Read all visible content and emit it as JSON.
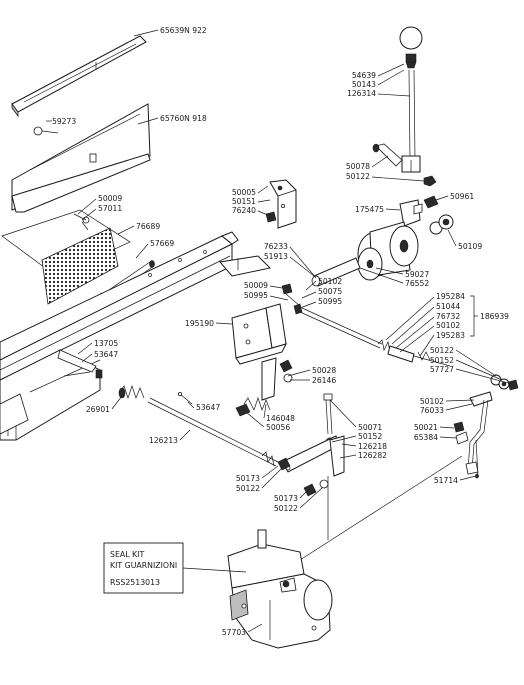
{
  "part_labels": [
    {
      "id": "p1",
      "text": "65639N 922"
    },
    {
      "id": "p2",
      "text": "65760N 918"
    },
    {
      "id": "p3",
      "text": "59273"
    },
    {
      "id": "p4",
      "text": "50009"
    },
    {
      "id": "p5",
      "text": "57011"
    },
    {
      "id": "p6",
      "text": "76689"
    },
    {
      "id": "p7",
      "text": "57669"
    },
    {
      "id": "p8",
      "text": "13705"
    },
    {
      "id": "p9",
      "text": "53647"
    },
    {
      "id": "p10",
      "text": "26901"
    },
    {
      "id": "p11",
      "text": "53647"
    },
    {
      "id": "p12",
      "text": "126213"
    },
    {
      "id": "p13",
      "text": "54639"
    },
    {
      "id": "p14",
      "text": "50143"
    },
    {
      "id": "p15",
      "text": "126314"
    },
    {
      "id": "p16",
      "text": "50078"
    },
    {
      "id": "p17",
      "text": "50122"
    },
    {
      "id": "p18",
      "text": "50961"
    },
    {
      "id": "p19",
      "text": "50005"
    },
    {
      "id": "p20",
      "text": "50151"
    },
    {
      "id": "p21",
      "text": "76240"
    },
    {
      "id": "p22",
      "text": "175475"
    },
    {
      "id": "p23",
      "text": "50109"
    },
    {
      "id": "p24",
      "text": "76233"
    },
    {
      "id": "p25",
      "text": "51913"
    },
    {
      "id": "p26",
      "text": "59027"
    },
    {
      "id": "p27",
      "text": "76552"
    },
    {
      "id": "p28",
      "text": "50009"
    },
    {
      "id": "p29",
      "text": "50102"
    },
    {
      "id": "p30",
      "text": "50995"
    },
    {
      "id": "p31",
      "text": "50075"
    },
    {
      "id": "p32",
      "text": "50995"
    },
    {
      "id": "p33",
      "text": "195190"
    },
    {
      "id": "p34",
      "text": "195284"
    },
    {
      "id": "p35",
      "text": "51044"
    },
    {
      "id": "p36",
      "text": "76732"
    },
    {
      "id": "p37",
      "text": "50102"
    },
    {
      "id": "p38",
      "text": "195283"
    },
    {
      "id": "p39",
      "text": "186939"
    },
    {
      "id": "p40",
      "text": "50028"
    },
    {
      "id": "p41",
      "text": "26146"
    },
    {
      "id": "p42",
      "text": "50122"
    },
    {
      "id": "p43",
      "text": "50152"
    },
    {
      "id": "p44",
      "text": "57727"
    },
    {
      "id": "p45",
      "text": "50102"
    },
    {
      "id": "p46",
      "text": "76033"
    },
    {
      "id": "p47",
      "text": "146048"
    },
    {
      "id": "p48",
      "text": "50056"
    },
    {
      "id": "p49",
      "text": "50071"
    },
    {
      "id": "p50",
      "text": "50152"
    },
    {
      "id": "p51",
      "text": "126218"
    },
    {
      "id": "p52",
      "text": "126282"
    },
    {
      "id": "p53",
      "text": "50021"
    },
    {
      "id": "p54",
      "text": "65384"
    },
    {
      "id": "p55",
      "text": "50173"
    },
    {
      "id": "p56",
      "text": "50122"
    },
    {
      "id": "p57",
      "text": "50173"
    },
    {
      "id": "p58",
      "text": "50122"
    },
    {
      "id": "p59",
      "text": "51714"
    },
    {
      "id": "p60",
      "text": "57703"
    }
  ],
  "seal_kit": {
    "line1": "SEAL  KIT",
    "line2": "KIT  GUARNIZIONI",
    "code": "RSS2513013"
  }
}
